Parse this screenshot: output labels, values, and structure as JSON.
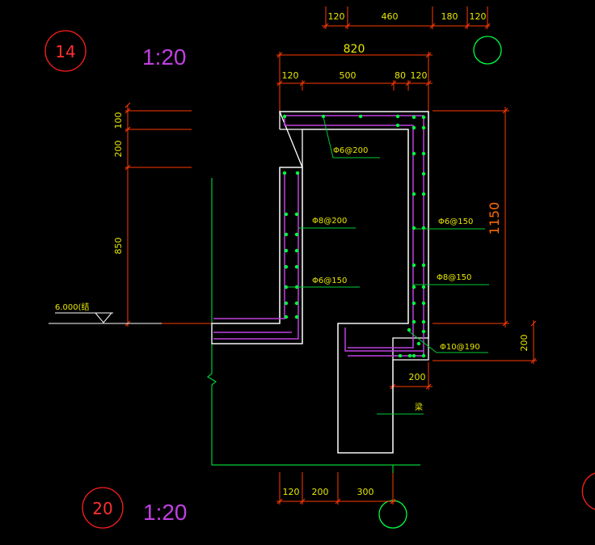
{
  "colors": {
    "background": "#000000",
    "dim_line": "#ff3a00",
    "dim_text": "#e8e800",
    "outline": "#ffffff",
    "rebar": "#c040e0",
    "bar_dot": "#00ff40",
    "leader": "#00cc33",
    "axis_circle": "#00ff40",
    "section_circle": "#ff2020",
    "scale_text": "#c040e0"
  },
  "section_14": {
    "number": "14",
    "scale": "1:20"
  },
  "section_20": {
    "number": "20",
    "scale": "1:20"
  },
  "dims": {
    "top": [
      "120",
      "460",
      "180",
      "120"
    ],
    "overall": "820",
    "second": [
      "120",
      "500",
      "80",
      "120"
    ],
    "left_vertical": [
      "100",
      "200",
      "850"
    ],
    "right_height": "1150",
    "right_small": "200",
    "lower_width": "200",
    "bottom": [
      "120",
      "200",
      "300"
    ]
  },
  "elevation": "6.000(结",
  "rebar_labels": {
    "top_slab": "Φ6@200",
    "left_wall_outer": "Φ8@200",
    "left_wall_inner": "Φ6@150",
    "right_wall_outer": "Φ6@150",
    "right_wall_inner": "Φ8@150",
    "corner": "Φ10@190"
  },
  "beam_label": "梁"
}
